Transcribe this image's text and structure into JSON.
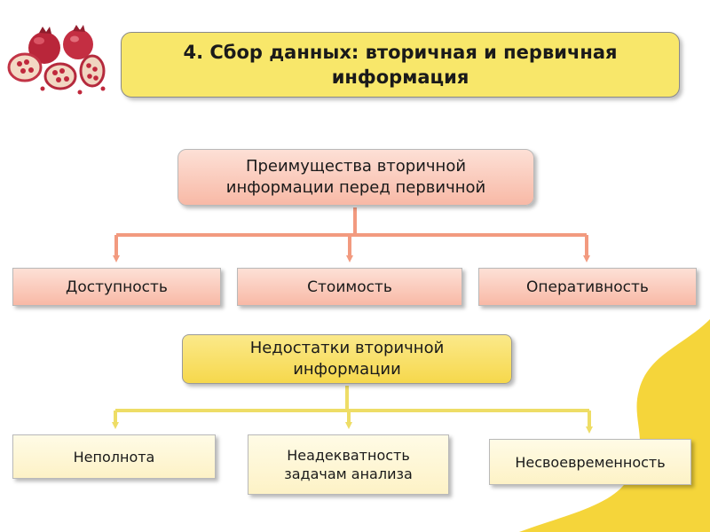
{
  "title": "4. Сбор данных: вторичная и первичная информация",
  "advantages": {
    "heading": "Преимущества вторичной информации перед первичной",
    "items": [
      "Доступность",
      "Стоимость",
      "Оперативность"
    ]
  },
  "disadvantages": {
    "heading": "Недостатки вторичной информации",
    "items": [
      "Неполнота",
      "Неадекватность задачам анализа",
      "Несвоевременность"
    ]
  },
  "colors": {
    "title_fill": "#f8e76a",
    "advantage_fill": "#f8b9a6",
    "advantage_connector": "#f29a7f",
    "disadvantage_head_fill": "#f6d84c",
    "disadvantage_item_fill": "#fdf2c6",
    "disadvantage_connector": "#eedd66",
    "corner_decoration": "#f5d53a"
  },
  "icons": [
    "pomegranate-image"
  ]
}
